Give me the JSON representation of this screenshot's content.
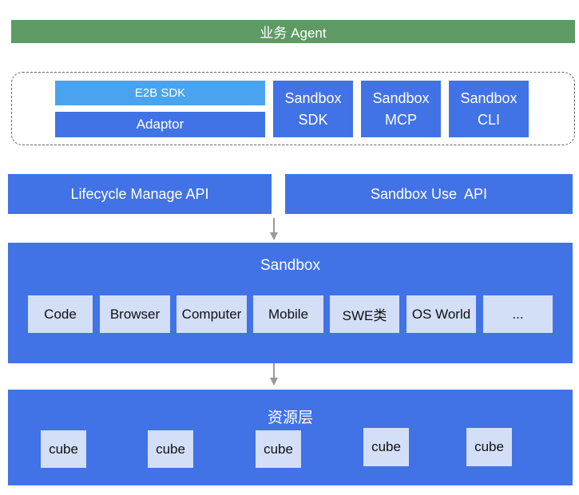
{
  "top_bar": {
    "label": "业务 Agent"
  },
  "sdk_group": {
    "e2b_sdk": "E2B SDK",
    "adaptor": "Adaptor",
    "sandbox_sdk": [
      "Sandbox",
      "SDK"
    ],
    "sandbox_mcp": [
      "Sandbox",
      "MCP"
    ],
    "sandbox_cli": [
      "Sandbox",
      "CLI"
    ]
  },
  "apis": {
    "lifecycle": "Lifecycle Manage API",
    "sandbox_use": "Sandbox Use  API"
  },
  "sandbox_panel": {
    "title": "Sandbox",
    "items": [
      "Code",
      "Browser",
      "Computer",
      "Mobile",
      "SWE类",
      "OS World",
      "..."
    ]
  },
  "resource_panel": {
    "title": "资源层",
    "cubes": [
      "cube",
      "cube",
      "cube",
      "cube",
      "cube"
    ]
  },
  "colors": {
    "green": "#5e9a64",
    "blue": "#4173e6",
    "light_blue": "#4aa3ef",
    "pale": "#d3def7",
    "arrow": "#999999"
  }
}
